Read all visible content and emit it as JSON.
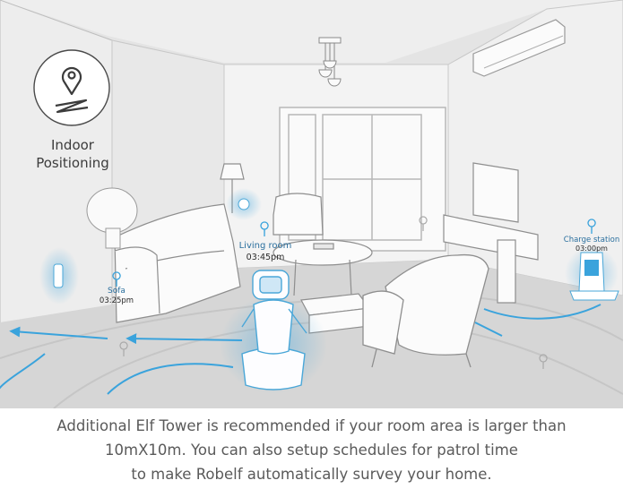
{
  "feature": {
    "icon": "location-pin-icon",
    "line1": "Indoor",
    "line2": "Positioning"
  },
  "locations": [
    {
      "name": "Sofa",
      "time": "03:25pm"
    },
    {
      "name": "Living room",
      "time": "03:45pm"
    },
    {
      "name": "Charge station",
      "time": "03:00pm"
    }
  ],
  "caption": {
    "line1": "Additional Elf Tower is recommended if your room area is larger than",
    "line2": "10mX10m.  You can also setup schedules for patrol time",
    "line3": "to make Robelf automatically survey your home."
  },
  "colors": {
    "accent": "#3aa3dc",
    "floor": "#d9d9d9",
    "wall": "#f2f2f2"
  }
}
